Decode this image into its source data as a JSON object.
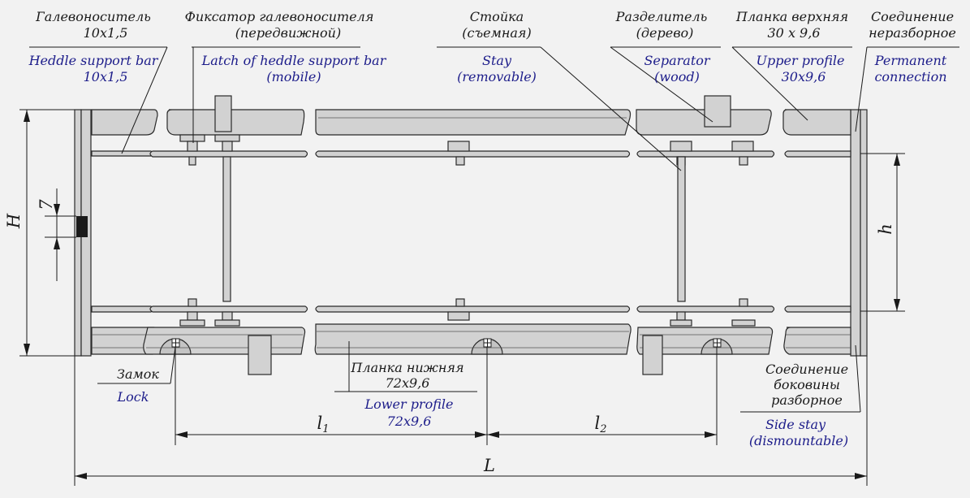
{
  "labels": {
    "heddle_bar": {
      "ru": [
        "Галевоноситель",
        "10х1,5"
      ],
      "en": [
        "Heddle support bar",
        "10x1,5"
      ]
    },
    "latch": {
      "ru": [
        "Фиксатор галевоносителя",
        "(передвижной)"
      ],
      "en": [
        "Latch of heddle support bar",
        "(mobile)"
      ]
    },
    "stay": {
      "ru": [
        "Стойка",
        "(съемная)"
      ],
      "en": [
        "Stay",
        "(removable)"
      ]
    },
    "separator": {
      "ru": [
        "Разделитель",
        "(дерево)"
      ],
      "en": [
        "Separator",
        "(wood)"
      ]
    },
    "upper_profile": {
      "ru": [
        "Планка верхняя",
        "30 х 9,6"
      ],
      "en": [
        "Upper profile",
        "30х9,6"
      ]
    },
    "permanent": {
      "ru": [
        "Соединение",
        "неразборное"
      ],
      "en": [
        "Permanent",
        "connection"
      ]
    },
    "lock": {
      "ru": [
        "Замок"
      ],
      "en": [
        "Lock"
      ]
    },
    "lower_profile": {
      "ru": [
        "Планка нижняя",
        "72х9,6"
      ],
      "en": [
        "Lower profile",
        "72х9,6"
      ]
    },
    "side_stay": {
      "ru": [
        "Соединение",
        "боковины",
        "разборное"
      ],
      "en": [
        "Side stay",
        "(dismountable)"
      ]
    }
  },
  "dimensions": {
    "H": "H",
    "h": "h",
    "seven": "7",
    "L": "L",
    "l1": {
      "base": "l",
      "sub": "1"
    },
    "l2": {
      "base": "l",
      "sub": "2"
    }
  },
  "colors": {
    "background": "#f2f2f2",
    "part": "#d2d2d2",
    "ru_text": "#1a1a1a",
    "en_text": "#1c1c8a"
  }
}
